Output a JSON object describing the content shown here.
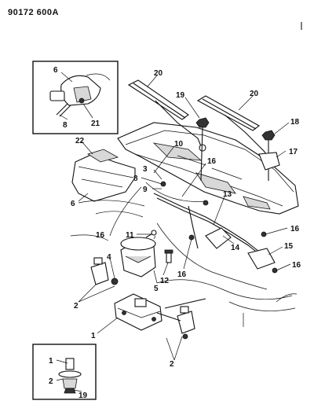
{
  "header": {
    "code": "90172 600A"
  },
  "callouts": [
    {
      "id": "c1a",
      "text": "1"
    },
    {
      "id": "c1b",
      "text": "1"
    },
    {
      "id": "c2a",
      "text": "2"
    },
    {
      "id": "c2b",
      "text": "2"
    },
    {
      "id": "c2c",
      "text": "2"
    },
    {
      "id": "c3",
      "text": "3"
    },
    {
      "id": "c4",
      "text": "4"
    },
    {
      "id": "c5",
      "text": "5"
    },
    {
      "id": "c6a",
      "text": "6"
    },
    {
      "id": "c6b",
      "text": "6"
    },
    {
      "id": "c8a",
      "text": "8"
    },
    {
      "id": "c8b",
      "text": "8"
    },
    {
      "id": "c9",
      "text": "9"
    },
    {
      "id": "c10",
      "text": "10"
    },
    {
      "id": "c11",
      "text": "11"
    },
    {
      "id": "c12",
      "text": "12"
    },
    {
      "id": "c13",
      "text": "13"
    },
    {
      "id": "c14",
      "text": "14"
    },
    {
      "id": "c15",
      "text": "15"
    },
    {
      "id": "c16a",
      "text": "16"
    },
    {
      "id": "c16b",
      "text": "16"
    },
    {
      "id": "c16c",
      "text": "16"
    },
    {
      "id": "c16d",
      "text": "16"
    },
    {
      "id": "c16e",
      "text": "16"
    },
    {
      "id": "c17",
      "text": "17"
    },
    {
      "id": "c18",
      "text": "18"
    },
    {
      "id": "c19a",
      "text": "19"
    },
    {
      "id": "c19b",
      "text": "19"
    },
    {
      "id": "c20a",
      "text": "20"
    },
    {
      "id": "c20b",
      "text": "20"
    },
    {
      "id": "c21",
      "text": "21"
    },
    {
      "id": "c22",
      "text": "22"
    }
  ]
}
